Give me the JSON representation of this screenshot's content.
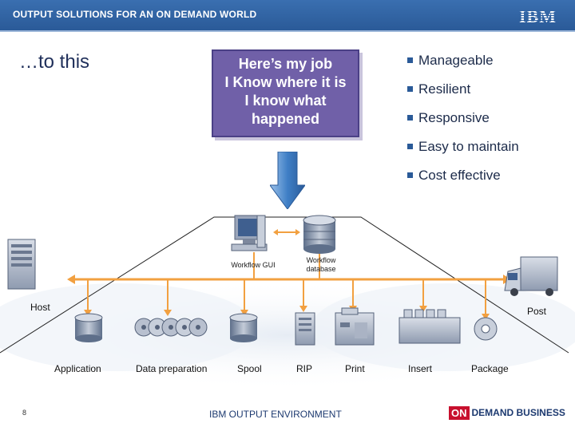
{
  "header": {
    "title": "OUTPUT SOLUTIONS FOR AN ON DEMAND WORLD",
    "logo": "IBM"
  },
  "slide": {
    "title": "…to this"
  },
  "callout": {
    "lines": [
      "Here’s my job",
      "I Know where it is",
      "I know what",
      "happened"
    ]
  },
  "benefits": [
    "Manageable",
    "Resilient",
    "Responsive",
    "Easy to maintain",
    "Cost effective"
  ],
  "diagram": {
    "workflow_gui": "Workflow GUI",
    "workflow_db": [
      "Workflow",
      "database"
    ],
    "host": "Host",
    "post": "Post",
    "stages": [
      "Application",
      "Data preparation",
      "Spool",
      "RIP",
      "Print",
      "Insert",
      "Package"
    ]
  },
  "footer": {
    "page_number": "8",
    "text": "IBM OUTPUT ENVIRONMENT",
    "badge_on": "ON",
    "badge_text": "DEMAND BUSINESS"
  },
  "colors": {
    "header_blue": "#2f62a4",
    "callout_purple": "#7060a8",
    "bus_orange": "#f2a040",
    "arrow_blue": "#3f7fc6"
  }
}
